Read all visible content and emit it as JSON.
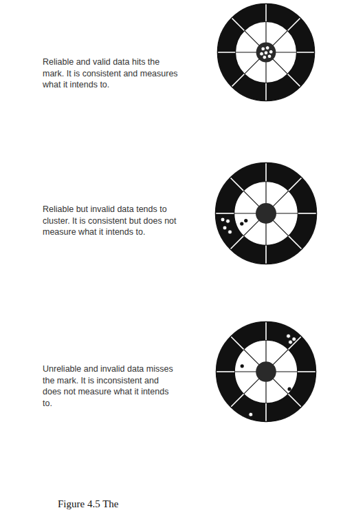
{
  "diagram": {
    "caption": "Figure 4.5 The",
    "labels": [
      "Reliable and valid data hits the mark. It is consistent and measures what it intends to.",
      "Reliable but invalid data tends to cluster. It is consistent but does not measure what it intends to.",
      "Unreliable and invalid data misses the mark. It is inconsistent and does not measure what it intends to."
    ]
  }
}
